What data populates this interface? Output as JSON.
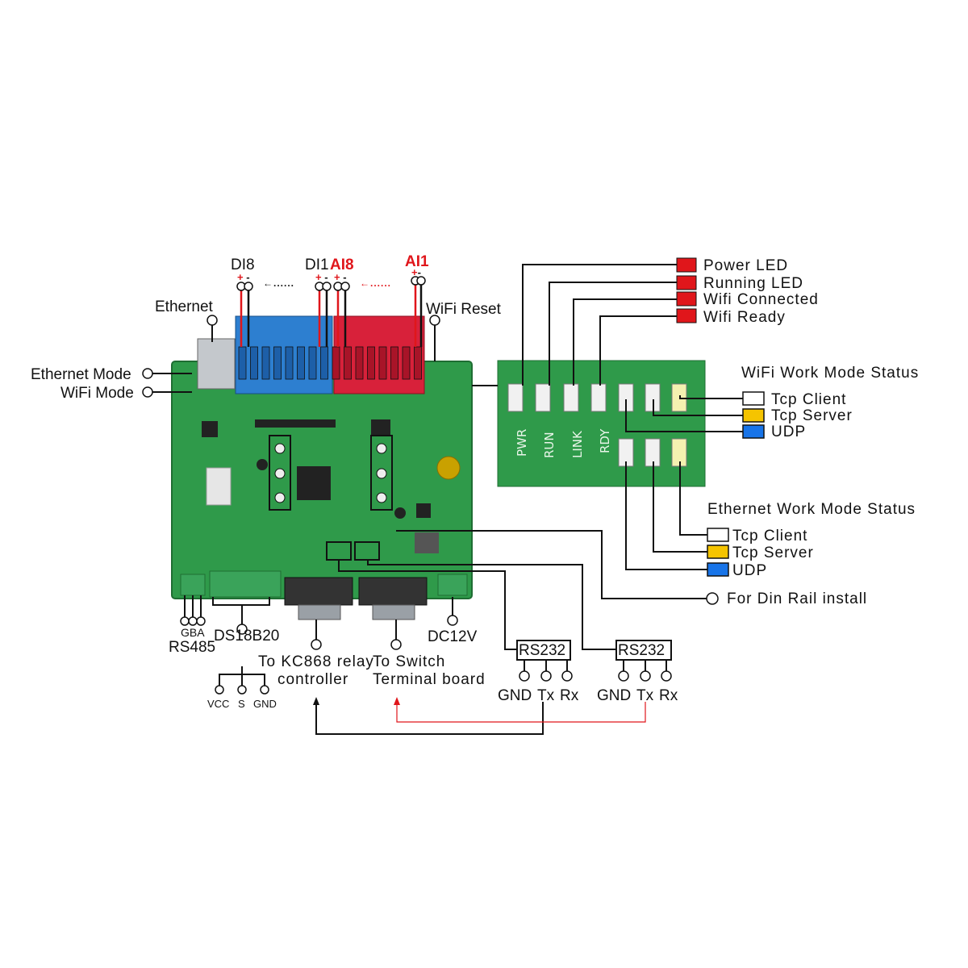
{
  "terminals": {
    "di8": "DI8",
    "di1": "DI1",
    "ai8": "AI8",
    "ai1": "AI1",
    "plus": "+",
    "minus": "-",
    "dots": "......",
    "arrow": "←"
  },
  "labels": {
    "ethernet": "Ethernet",
    "wifi_reset": "WiFi Reset",
    "ethernet_mode": "Ethernet Mode",
    "wifi_mode": "WiFi Mode",
    "gba": "GBA",
    "rs485": "RS485",
    "ds18b20": "DS18B20",
    "vcc": "VCC",
    "s": "S",
    "gnd_small": "GND",
    "to_kc868_line1": "To KC868 relay",
    "to_kc868_line2": "controller",
    "to_switch_line1": "To Switch",
    "to_switch_line2": "Terminal board",
    "dc12v": "DC12V",
    "rs232_a": "RS232",
    "rs232_b": "RS232",
    "gnd_a": "GND",
    "tx_a": "Tx",
    "rx_a": "Rx",
    "gnd_b": "GND",
    "tx_b": "Tx",
    "rx_b": "Rx",
    "din_rail": "For Din Rail install"
  },
  "led_legend": {
    "power": "Power LED",
    "running": "Running LED",
    "wifi_connected": "Wifi Connected",
    "wifi_ready": "Wifi Ready",
    "color": "#e0161b"
  },
  "wifi_status": {
    "title": "WiFi Work Mode Status",
    "tcp_client": "Tcp Client",
    "tcp_server": "Tcp Server",
    "udp": "UDP"
  },
  "eth_status": {
    "title": "Ethernet Work Mode Status",
    "tcp_client": "Tcp Client",
    "tcp_server": "Tcp Server",
    "udp": "UDP"
  },
  "swatch_colors": {
    "client": "#ffffff",
    "server": "#f5c400",
    "udp": "#1874e8"
  },
  "pcb_silk": {
    "pwr": "PWR",
    "run": "RUN",
    "link": "LINK",
    "rdy": "RDY"
  },
  "colors": {
    "pcb": "#2f9a4a",
    "terminal_blue": "#2d7fd0",
    "terminal_red": "#d8213a",
    "wire_red": "#e0161b"
  }
}
